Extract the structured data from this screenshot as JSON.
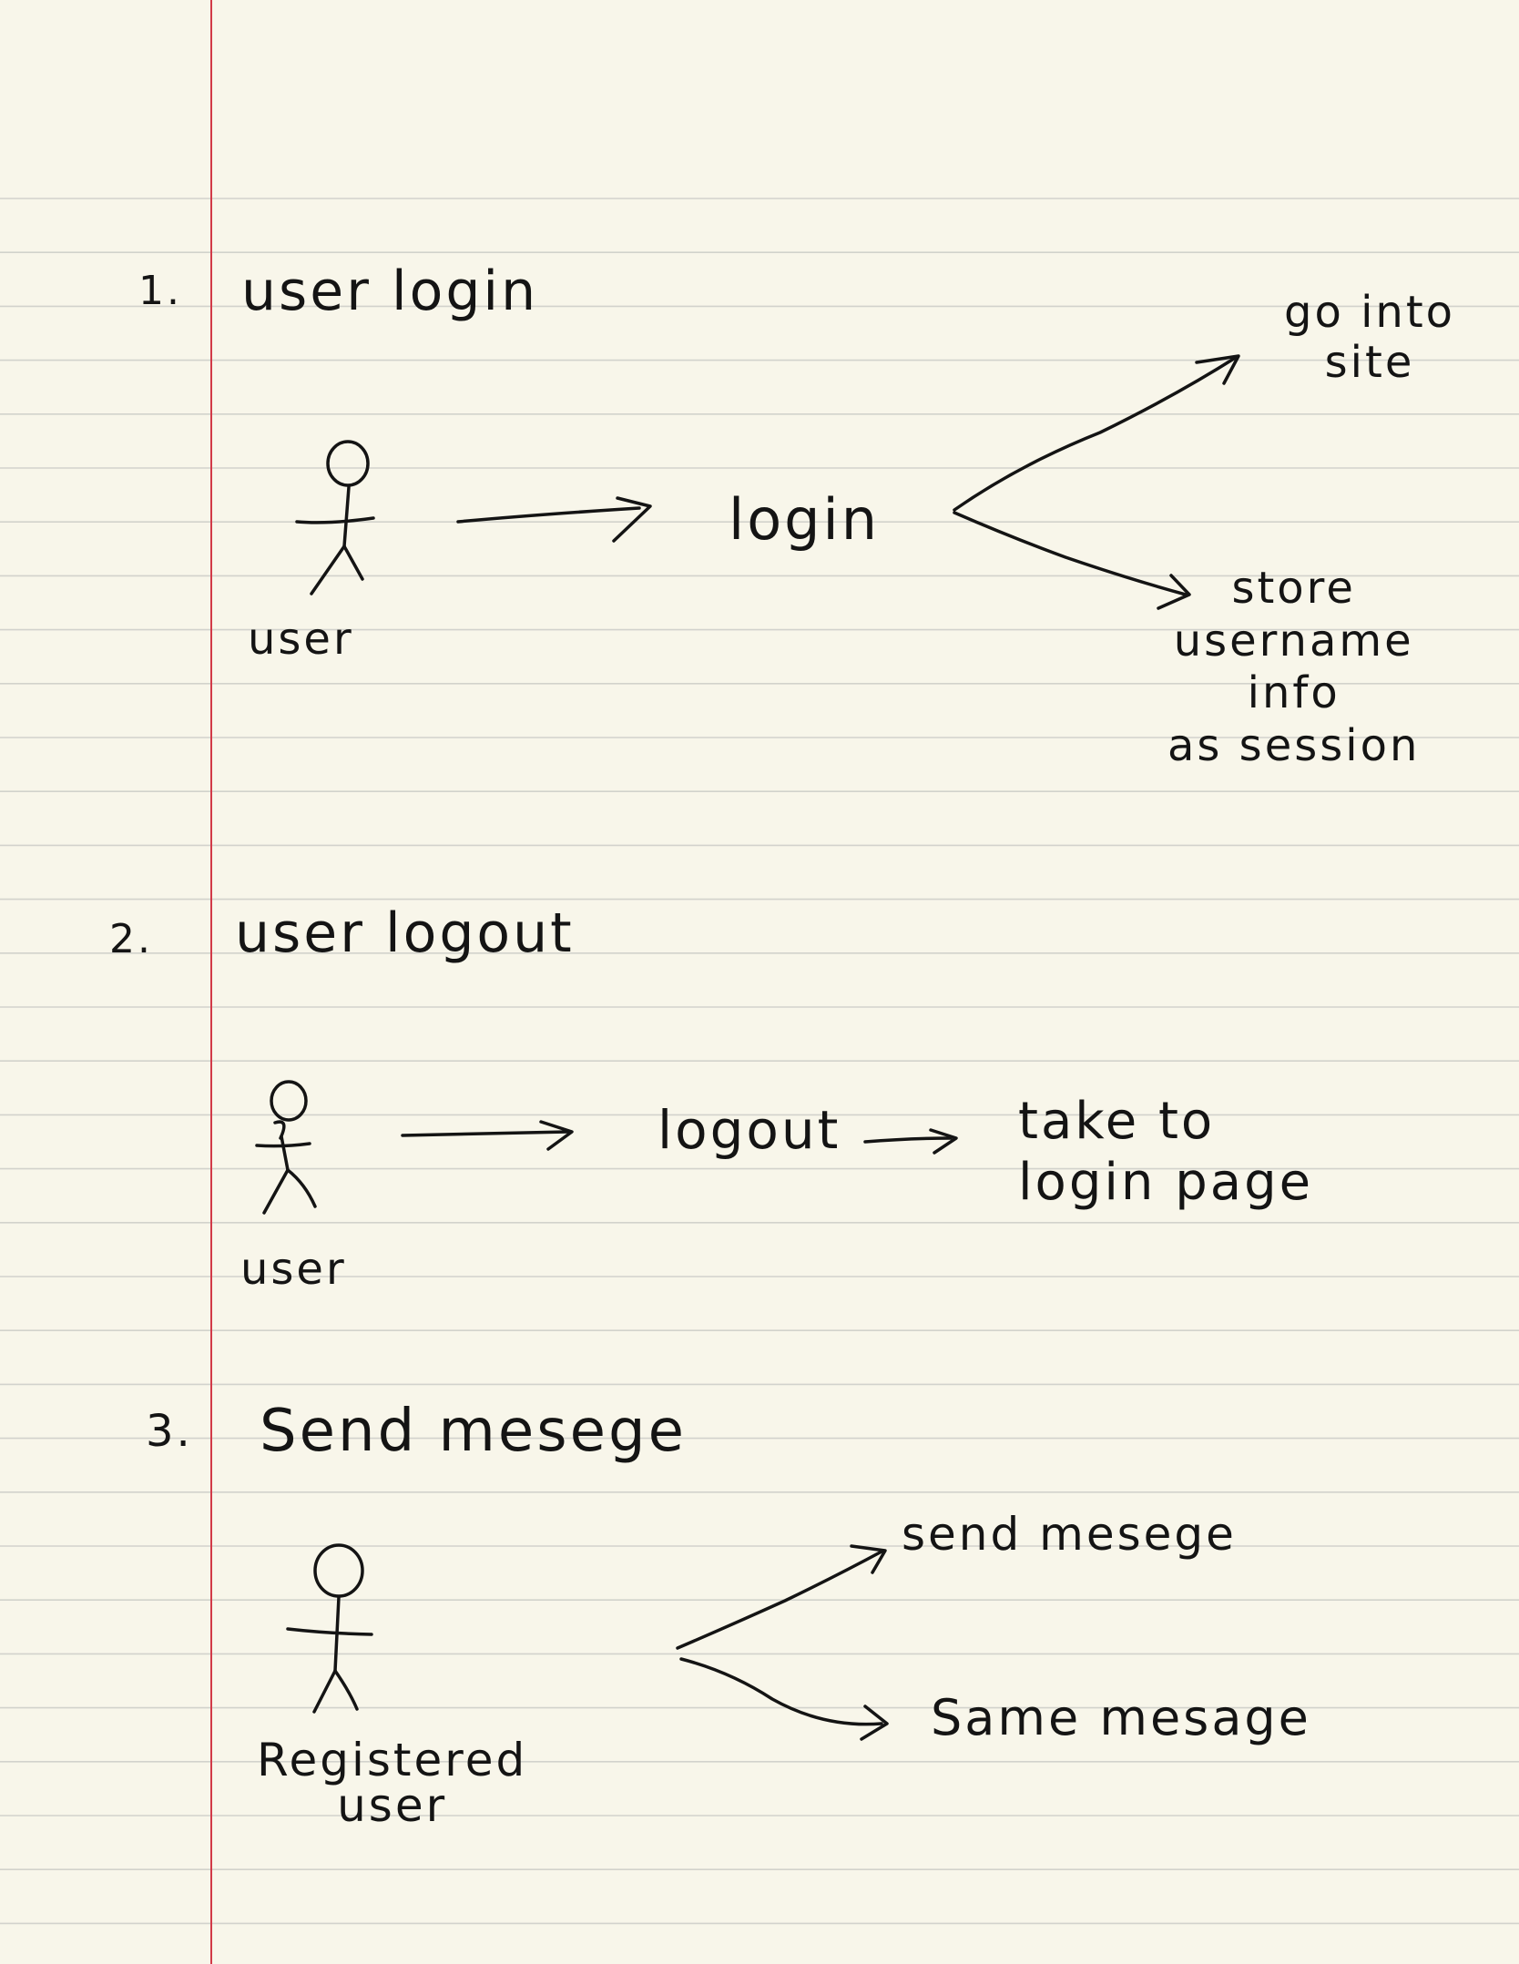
{
  "colors": {
    "paper": "#f8f6ea",
    "rule_line": "#d2d2cc",
    "margin_line": "#d23a48",
    "ink": "#141414"
  },
  "sections": [
    {
      "number": "1.",
      "title": "user login",
      "actor_label": "user",
      "action": "login",
      "outcomes": [
        "go into\nsite",
        "store\nusername\ninfo\nas session"
      ]
    },
    {
      "number": "2.",
      "title": "user logout",
      "actor_label": "user",
      "action": "logout",
      "outcomes": [
        "take to\nlogin page"
      ]
    },
    {
      "number": "3.",
      "title": "Send mesege",
      "actor_label": "Registered\nuser",
      "outcomes": [
        "send mesege",
        "Same mesage"
      ]
    }
  ]
}
